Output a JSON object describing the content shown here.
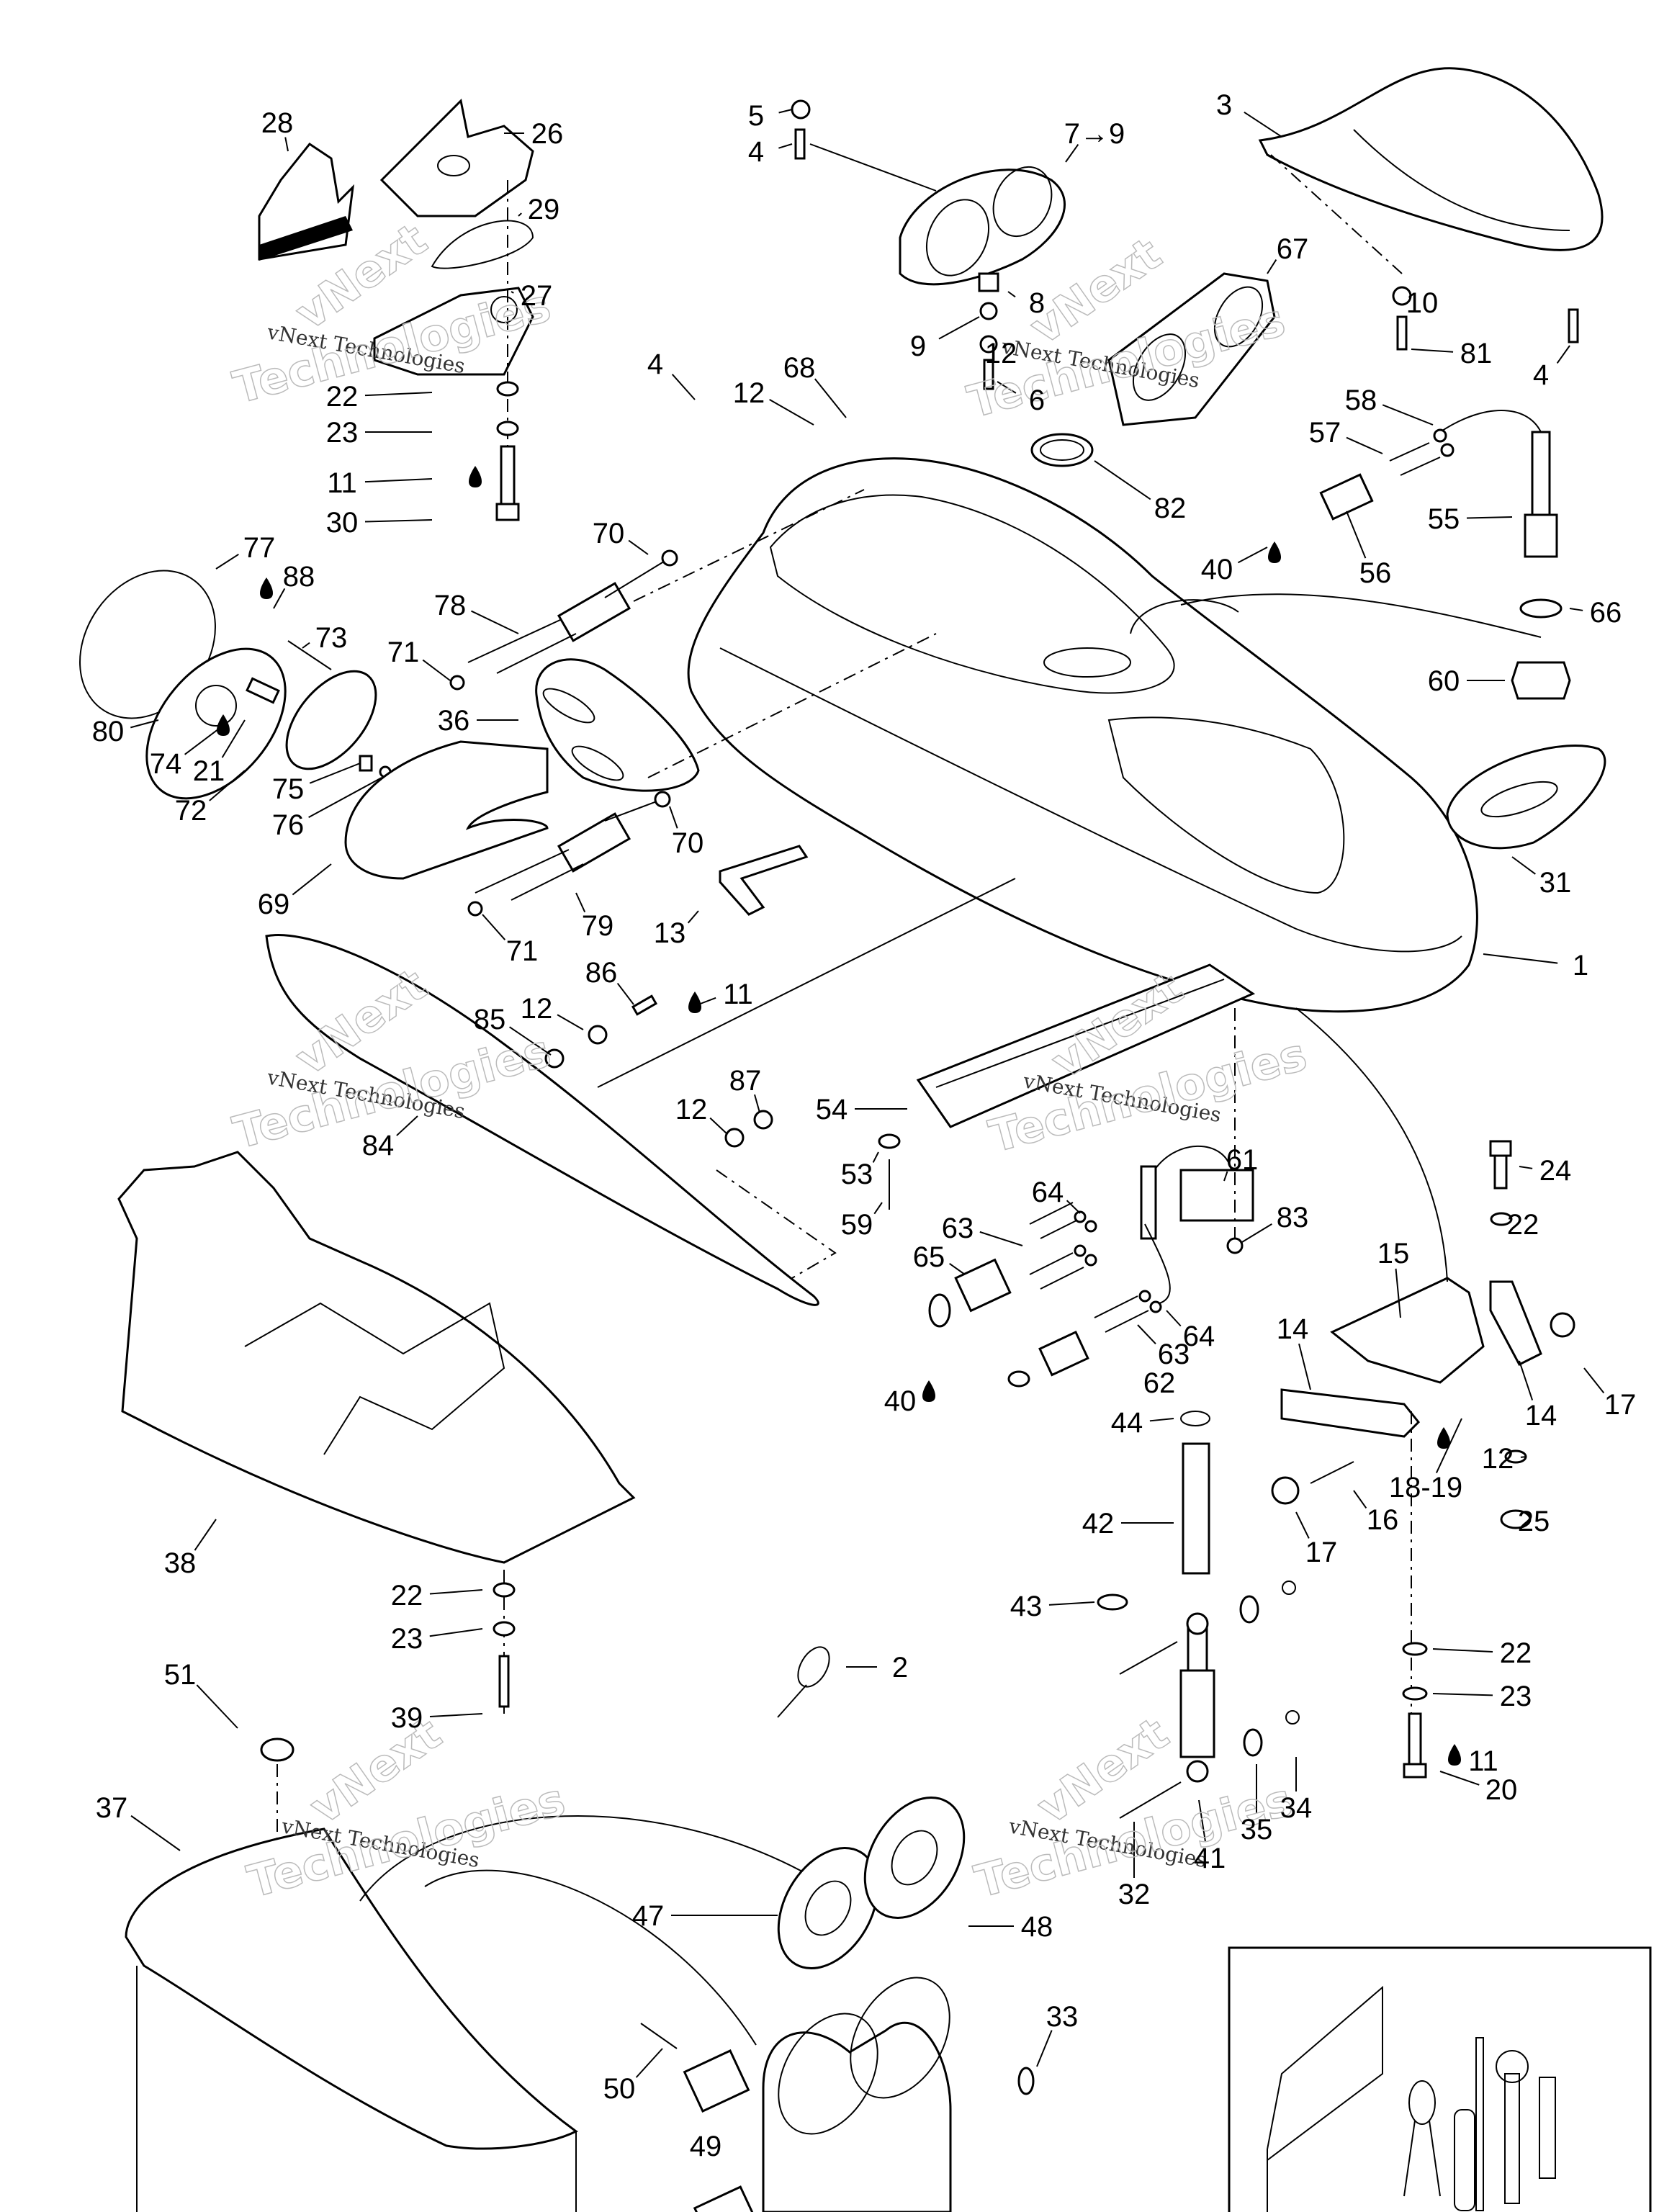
{
  "diagram": {
    "title": "Body / hull exploded parts diagram",
    "watermark": {
      "line1": "vNext Technologies",
      "line2": "vNext",
      "line3": "Technologies"
    },
    "lubricant_symbol": "drop-icon",
    "callouts": [
      {
        "id": "c1",
        "text": "1"
      },
      {
        "id": "c2",
        "text": "2"
      },
      {
        "id": "c3",
        "text": "3"
      },
      {
        "id": "c4a",
        "text": "4"
      },
      {
        "id": "c4b",
        "text": "4"
      },
      {
        "id": "c4c",
        "text": "4"
      },
      {
        "id": "c5",
        "text": "5"
      },
      {
        "id": "c6",
        "text": "6"
      },
      {
        "id": "c7",
        "text": "7→9"
      },
      {
        "id": "c8",
        "text": "8"
      },
      {
        "id": "c9",
        "text": "9"
      },
      {
        "id": "c10",
        "text": "10"
      },
      {
        "id": "c11a",
        "text": "11"
      },
      {
        "id": "c11b",
        "text": "11"
      },
      {
        "id": "c11c",
        "text": "11"
      },
      {
        "id": "c12a",
        "text": "12"
      },
      {
        "id": "c12b",
        "text": "12"
      },
      {
        "id": "c12c",
        "text": "12"
      },
      {
        "id": "c12d",
        "text": "12"
      },
      {
        "id": "c12e",
        "text": "12"
      },
      {
        "id": "c13",
        "text": "13"
      },
      {
        "id": "c14a",
        "text": "14"
      },
      {
        "id": "c14b",
        "text": "14"
      },
      {
        "id": "c15",
        "text": "15"
      },
      {
        "id": "c16",
        "text": "16"
      },
      {
        "id": "c17a",
        "text": "17"
      },
      {
        "id": "c17b",
        "text": "17"
      },
      {
        "id": "c1819",
        "text": "18-19"
      },
      {
        "id": "c20",
        "text": "20"
      },
      {
        "id": "c21",
        "text": "21"
      },
      {
        "id": "c22a",
        "text": "22"
      },
      {
        "id": "c22b",
        "text": "22"
      },
      {
        "id": "c22c",
        "text": "22"
      },
      {
        "id": "c22d",
        "text": "22"
      },
      {
        "id": "c23a",
        "text": "23"
      },
      {
        "id": "c23b",
        "text": "23"
      },
      {
        "id": "c23c",
        "text": "23"
      },
      {
        "id": "c24",
        "text": "24"
      },
      {
        "id": "c25",
        "text": "25"
      },
      {
        "id": "c26",
        "text": "26"
      },
      {
        "id": "c27",
        "text": "27"
      },
      {
        "id": "c28",
        "text": "28"
      },
      {
        "id": "c29",
        "text": "29"
      },
      {
        "id": "c30",
        "text": "30"
      },
      {
        "id": "c31",
        "text": "31"
      },
      {
        "id": "c32",
        "text": "32"
      },
      {
        "id": "c33",
        "text": "33"
      },
      {
        "id": "c34",
        "text": "34"
      },
      {
        "id": "c35",
        "text": "35"
      },
      {
        "id": "c36",
        "text": "36"
      },
      {
        "id": "c37",
        "text": "37"
      },
      {
        "id": "c38",
        "text": "38"
      },
      {
        "id": "c39",
        "text": "39"
      },
      {
        "id": "c40a",
        "text": "40"
      },
      {
        "id": "c40b",
        "text": "40"
      },
      {
        "id": "c41",
        "text": "41"
      },
      {
        "id": "c42",
        "text": "42"
      },
      {
        "id": "c43",
        "text": "43"
      },
      {
        "id": "c44",
        "text": "44"
      },
      {
        "id": "c47",
        "text": "47"
      },
      {
        "id": "c48",
        "text": "48"
      },
      {
        "id": "c49",
        "text": "49"
      },
      {
        "id": "c50",
        "text": "50"
      },
      {
        "id": "c51",
        "text": "51"
      },
      {
        "id": "c53",
        "text": "53"
      },
      {
        "id": "c54",
        "text": "54"
      },
      {
        "id": "c55",
        "text": "55"
      },
      {
        "id": "c56",
        "text": "56"
      },
      {
        "id": "c57",
        "text": "57"
      },
      {
        "id": "c58",
        "text": "58"
      },
      {
        "id": "c59",
        "text": "59"
      },
      {
        "id": "c60",
        "text": "60"
      },
      {
        "id": "c61",
        "text": "61"
      },
      {
        "id": "c62",
        "text": "62"
      },
      {
        "id": "c63a",
        "text": "63"
      },
      {
        "id": "c63b",
        "text": "63"
      },
      {
        "id": "c64a",
        "text": "64"
      },
      {
        "id": "c64b",
        "text": "64"
      },
      {
        "id": "c65",
        "text": "65"
      },
      {
        "id": "c66",
        "text": "66"
      },
      {
        "id": "c67",
        "text": "67"
      },
      {
        "id": "c68",
        "text": "68"
      },
      {
        "id": "c69",
        "text": "69"
      },
      {
        "id": "c70a",
        "text": "70"
      },
      {
        "id": "c70b",
        "text": "70"
      },
      {
        "id": "c71a",
        "text": "71"
      },
      {
        "id": "c71b",
        "text": "71"
      },
      {
        "id": "c72",
        "text": "72"
      },
      {
        "id": "c73",
        "text": "73"
      },
      {
        "id": "c74",
        "text": "74"
      },
      {
        "id": "c75",
        "text": "75"
      },
      {
        "id": "c76",
        "text": "76"
      },
      {
        "id": "c77",
        "text": "77"
      },
      {
        "id": "c78",
        "text": "78"
      },
      {
        "id": "c79",
        "text": "79"
      },
      {
        "id": "c80",
        "text": "80"
      },
      {
        "id": "c81",
        "text": "81"
      },
      {
        "id": "c82",
        "text": "82"
      },
      {
        "id": "c83",
        "text": "83"
      },
      {
        "id": "c84",
        "text": "84"
      },
      {
        "id": "c85",
        "text": "85"
      },
      {
        "id": "c86",
        "text": "86"
      },
      {
        "id": "c87",
        "text": "87"
      },
      {
        "id": "c88",
        "text": "88"
      }
    ],
    "toolkit": {
      "items": [
        "socket-roll-icon",
        "pliers-icon",
        "screwdriver-icon",
        "wrench-icon",
        "spark-plug-wrench-icon"
      ]
    }
  }
}
